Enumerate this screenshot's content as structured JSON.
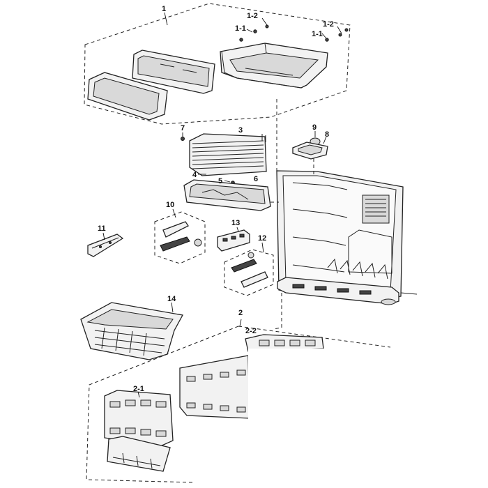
{
  "labels": {
    "l1": "1",
    "l1_2a": "1-2",
    "l1_1a": "1-1",
    "l1_2b": "1-2",
    "l1_1b": "1-1",
    "l2": "2",
    "l2_1": "2-1",
    "l2_2": "2-2",
    "l3": "3",
    "l4": "4",
    "l5": "5",
    "l6": "6",
    "l7": "7",
    "l8": "8",
    "l9": "9",
    "l10": "10",
    "l11": "11",
    "l12": "12",
    "l13": "13",
    "l14": "14"
  }
}
